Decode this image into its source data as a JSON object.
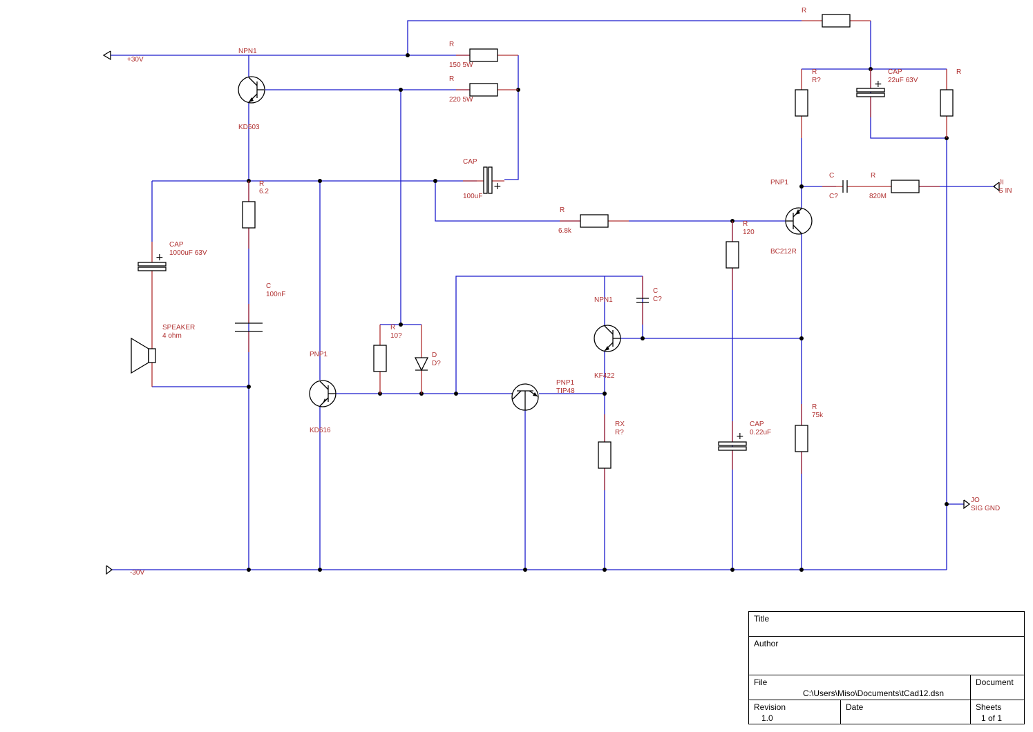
{
  "components": {
    "q_top": {
      "ref": "NPN1",
      "value": "KD503"
    },
    "q_out_lo": {
      "ref": "PNP1",
      "value": "KD616"
    },
    "q_driver": {
      "ref": "PNP1",
      "value": "TIP48"
    },
    "q_mid": {
      "ref": "NPN1",
      "value": "KF422"
    },
    "q_input": {
      "ref": "PNP1",
      "value": "BC212R"
    },
    "r_fb": {
      "ref": "R",
      "value": ""
    },
    "r_150": {
      "ref": "R",
      "value": "150 5W"
    },
    "r_220": {
      "ref": "R",
      "value": "220 5W"
    },
    "r_62": {
      "ref": "R",
      "value": "6.2"
    },
    "r_10": {
      "ref": "R",
      "value": "10?"
    },
    "r_68k": {
      "ref": "R",
      "value": "6.8k"
    },
    "r_120": {
      "ref": "R",
      "value": "120"
    },
    "r_rq": {
      "ref": "R",
      "value": "R?"
    },
    "r_right": {
      "ref": "R",
      "value": ""
    },
    "r_820m": {
      "ref": "R",
      "value": "820M"
    },
    "r_rx": {
      "ref": "RX",
      "value": "R?"
    },
    "r_75k": {
      "ref": "R",
      "value": "75k"
    },
    "c_100uf": {
      "ref": "CAP",
      "value": "100uF"
    },
    "c_1000uf": {
      "ref": "CAP",
      "value": "1000uF 63V"
    },
    "c_100nf": {
      "ref": "C",
      "value": "100nF"
    },
    "c_22uf": {
      "ref": "CAP",
      "value": "22uF 63V"
    },
    "c_in": {
      "ref": "C",
      "value": "C?"
    },
    "c_mid": {
      "ref": "C",
      "value": "C?"
    },
    "c_022uf": {
      "ref": "CAP",
      "value": "0.22uF"
    },
    "d1": {
      "ref": "D",
      "value": "D?"
    },
    "speaker": {
      "ref": "SPEAKER",
      "value": "4 ohm"
    }
  },
  "ports": {
    "vpos": "+30V",
    "vneg": "-30V",
    "jin": {
      "ref": "JI",
      "value": "S IN"
    },
    "jgnd": {
      "ref": "JO",
      "value": "SIG GND"
    }
  },
  "title_block": {
    "title_label": "Title",
    "author_label": "Author",
    "file_label": "File",
    "file_value": "C:\\Users\\Miso\\Documents\\tCad12.dsn",
    "document_label": "Document",
    "revision_label": "Revision",
    "revision_value": "1.0",
    "date_label": "Date",
    "sheets_label": "Sheets",
    "sheets_value": "1 of 1"
  },
  "colors": {
    "wire": "#1a1acc",
    "label": "#b03030",
    "symbol": "#000000"
  }
}
